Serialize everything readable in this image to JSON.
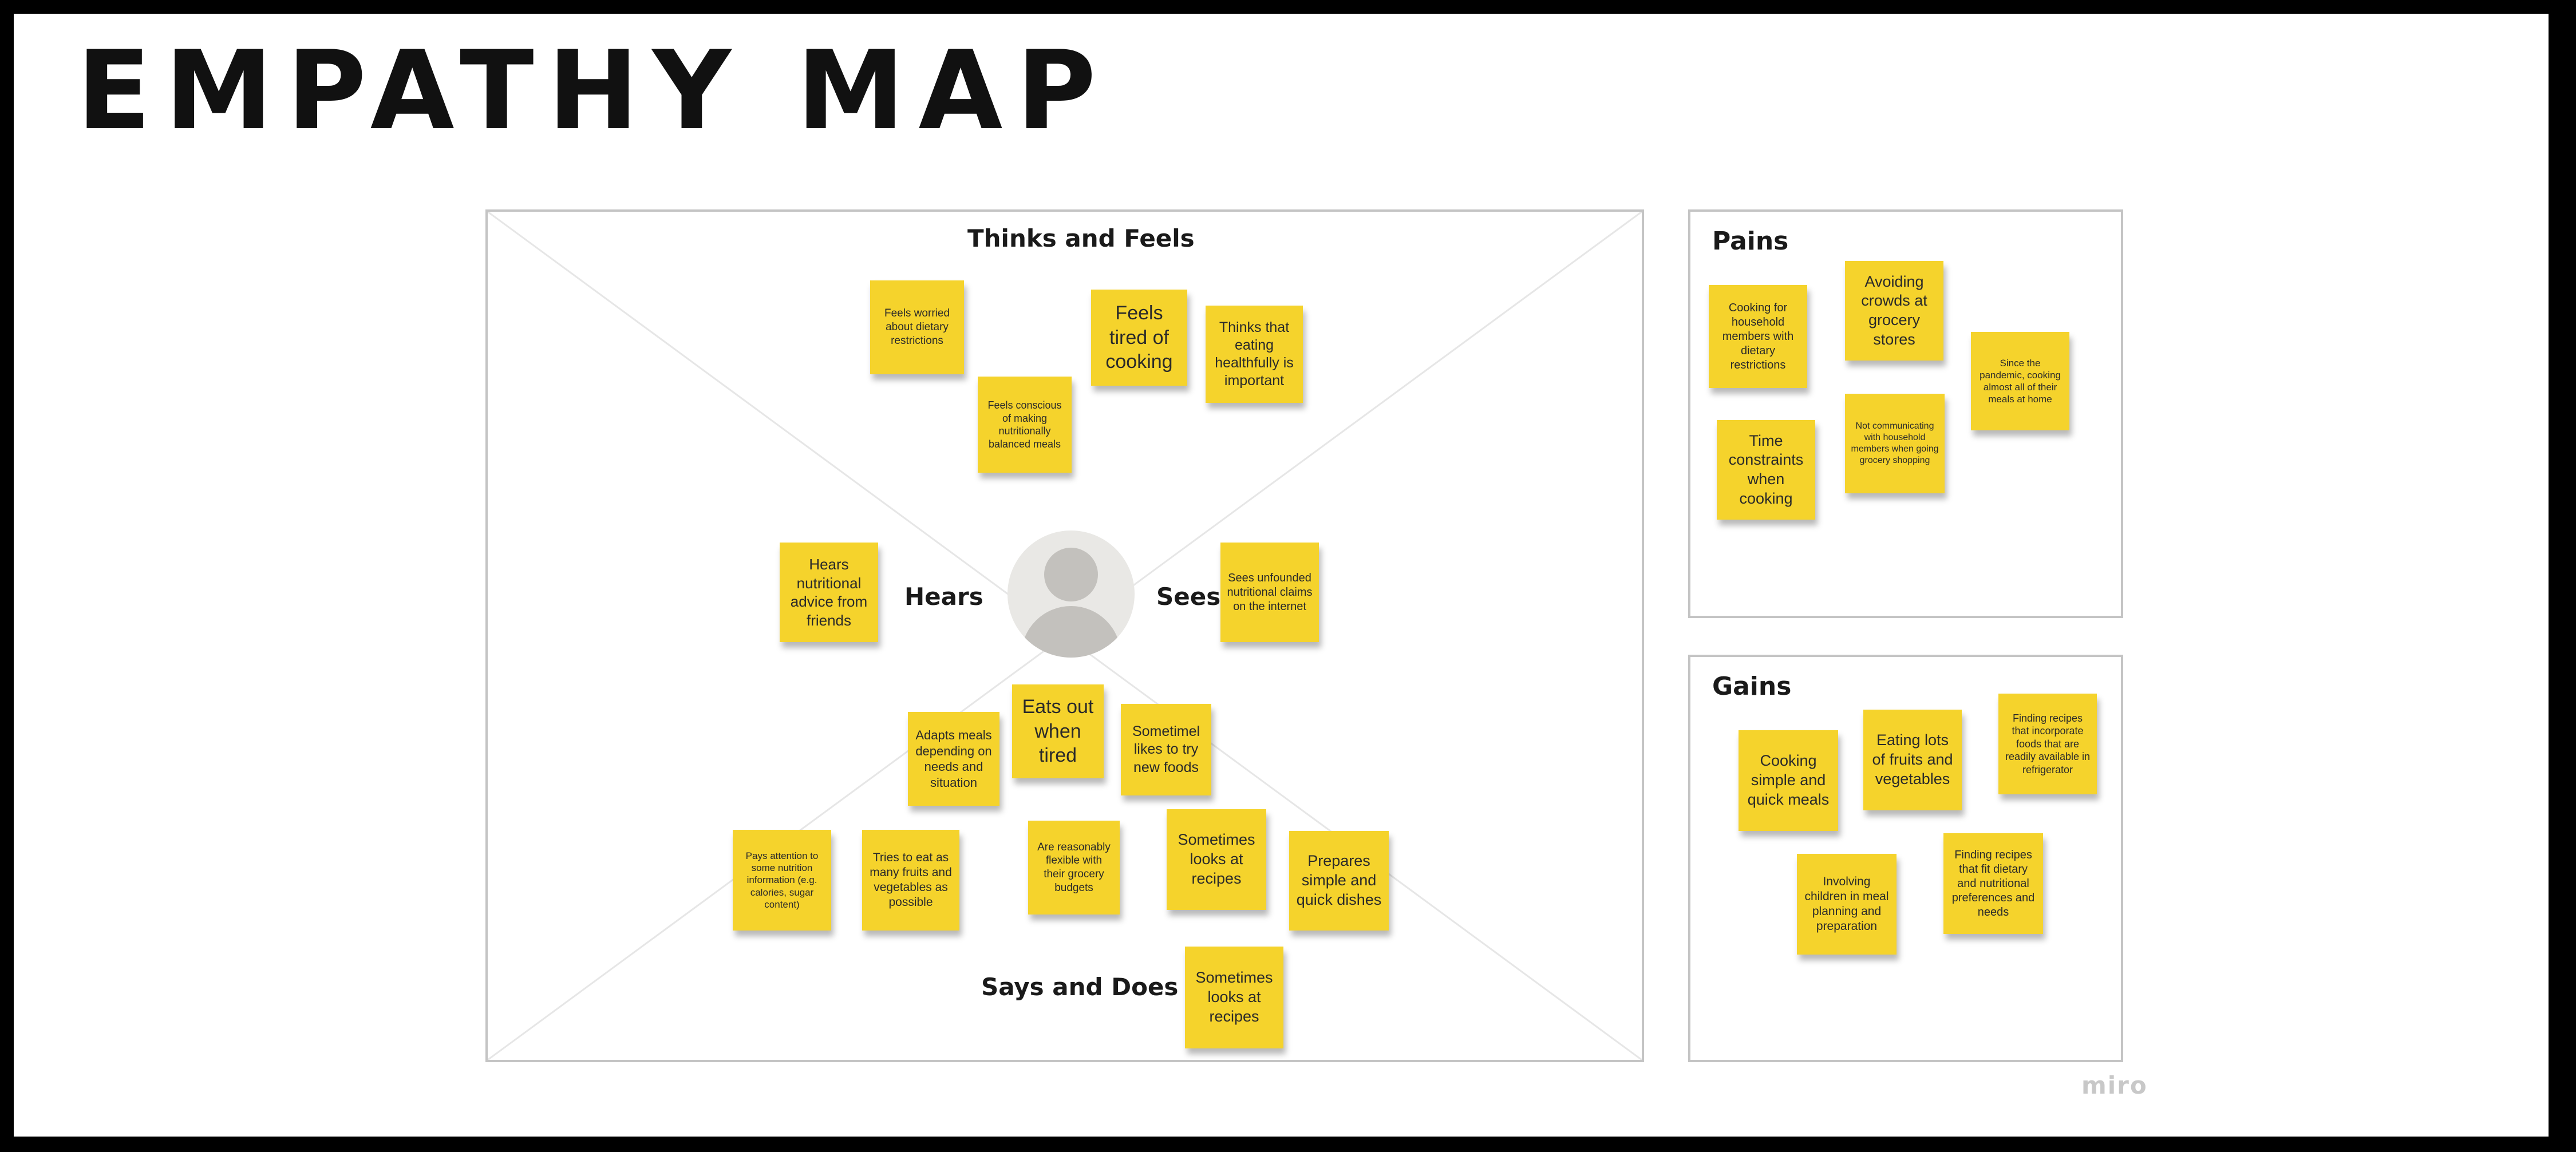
{
  "title": "EMPATHY MAP",
  "colors": {
    "note": "#f5d32c",
    "panel_border": "#c4c4c4",
    "frame": "#000000"
  },
  "main": {
    "thinks_feels": {
      "label": "Thinks and Feels",
      "notes": [
        "Feels worried about dietary restrictions",
        "Feels conscious of making nutritionally balanced meals",
        "Feels tired of cooking",
        "Thinks that eating healthfully is important"
      ]
    },
    "hears": {
      "label": "Hears",
      "notes": [
        "Hears nutritional advice from friends"
      ]
    },
    "sees": {
      "label": "Sees",
      "notes": [
        "Sees unfounded nutritional claims on the internet"
      ]
    },
    "says_does": {
      "label": "Says and Does",
      "notes": [
        "Adapts meals depending on needs and situation",
        "Eats out when tired",
        "Sometimel likes to try new foods",
        "Pays attention to some nutrition information (e.g. calories, sugar content)",
        "Tries to eat as many fruits and vegetables as possible",
        "Are reasonably flexible with their grocery budgets",
        "Sometimes looks at recipes",
        "Prepares simple and quick dishes",
        "Sometimes looks at recipes"
      ]
    },
    "avatar_icon": "person-icon"
  },
  "pains": {
    "label": "Pains",
    "notes": [
      "Cooking for household members with dietary restrictions",
      "Avoiding crowds at grocery stores",
      "Since the pandemic, cooking almost all of their meals at home",
      "Time constraints when cooking",
      "Not communicating with household members when going grocery shopping"
    ]
  },
  "gains": {
    "label": "Gains",
    "notes": [
      "Cooking simple and quick meals",
      "Eating lots of fruits and vegetables",
      "Finding recipes that incorporate foods that are readily available in refrigerator",
      "Involving children in meal planning and preparation",
      "Finding recipes that fit dietary and nutritional preferences and needs"
    ]
  },
  "watermark": "miro"
}
